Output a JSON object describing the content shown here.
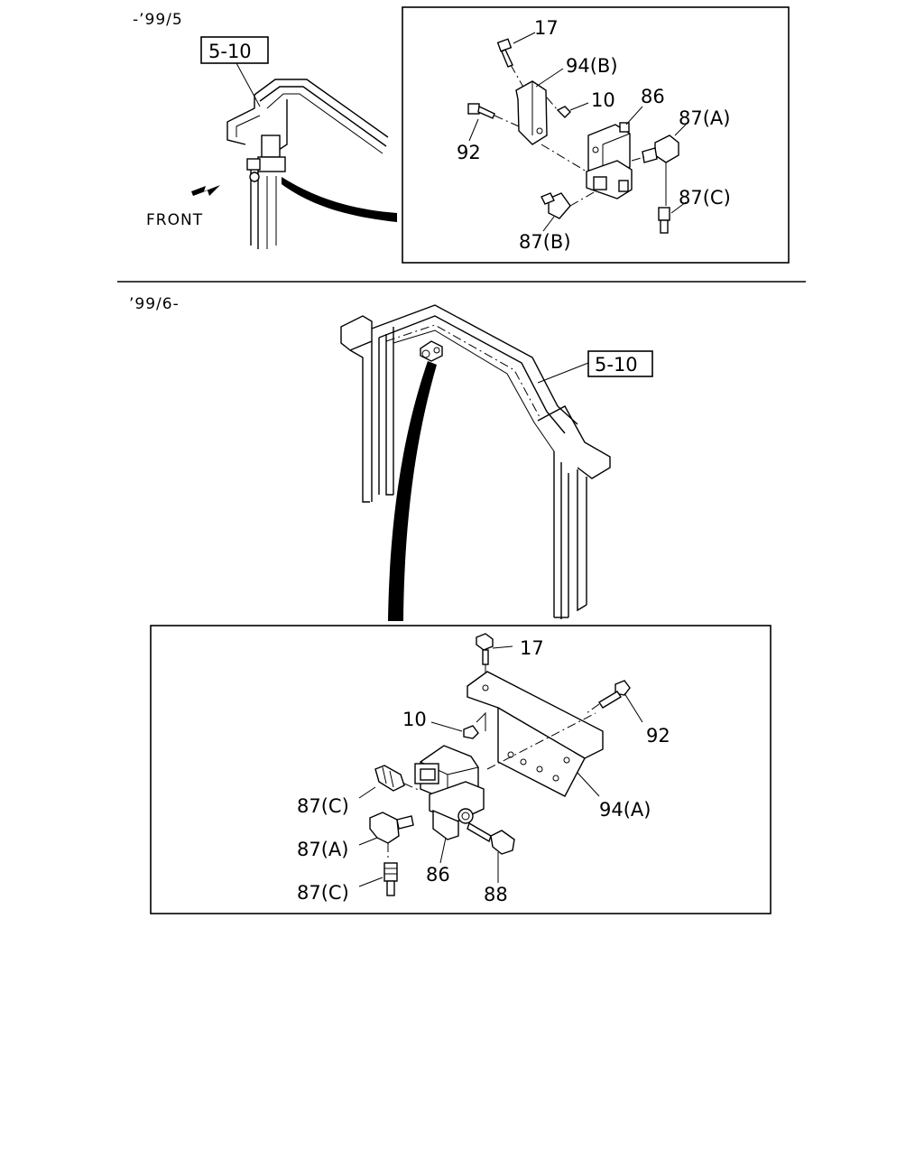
{
  "sections": {
    "early": {
      "period": "-’99/5"
    },
    "late": {
      "period": "’99/6-"
    }
  },
  "refs": {
    "early": "5-10",
    "late": "5-10"
  },
  "front_label": "FRONT",
  "callouts_early": {
    "p17": "17",
    "p94b": "94(B)",
    "p10": "10",
    "p86": "86",
    "p92": "92",
    "p87a": "87(A)",
    "p87c": "87(C)",
    "p87b": "87(B)"
  },
  "callouts_late": {
    "p17": "17",
    "p10": "10",
    "p92": "92",
    "p87c_top": "87(C)",
    "p94a": "94(A)",
    "p87a": "87(A)",
    "p86": "86",
    "p88": "88",
    "p87c_bottom": "87(C)"
  }
}
